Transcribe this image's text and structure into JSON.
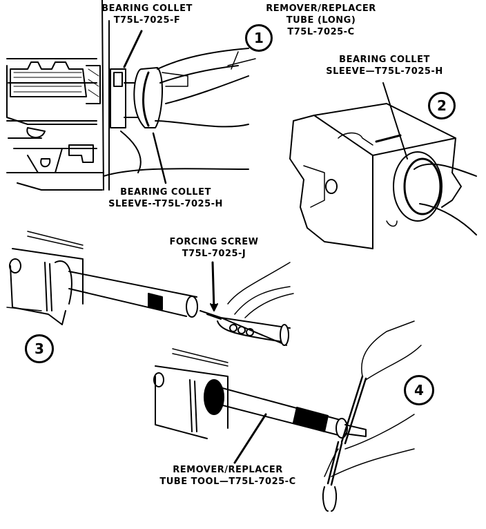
{
  "figure": {
    "title": "Bearing collet removal/installation procedure",
    "steps": [
      {
        "number": "1"
      },
      {
        "number": "2"
      },
      {
        "number": "3"
      },
      {
        "number": "4"
      }
    ],
    "callouts": {
      "bearing_collet": {
        "line1": "BEARING COLLET",
        "line2": "T75L-7025-F"
      },
      "remover_replacer_long": {
        "line1": "REMOVER/REPLACER",
        "line2": "TUBE (LONG)",
        "line3": "T75L-7025-C"
      },
      "collet_sleeve_step2": {
        "line1": "BEARING COLLET",
        "line2": "SLEEVE—T75L-7025-H"
      },
      "collet_sleeve_step1": {
        "line1": "BEARING COLLET",
        "line2": "SLEEVE--T75L-7025-H"
      },
      "forcing_screw": {
        "line1": "FORCING SCREW",
        "line2": "T75L-7025-J"
      },
      "remover_replacer_tool": {
        "line1": "REMOVER/REPLACER",
        "line2": "TUBE TOOL—T75L-7025-C"
      }
    }
  }
}
